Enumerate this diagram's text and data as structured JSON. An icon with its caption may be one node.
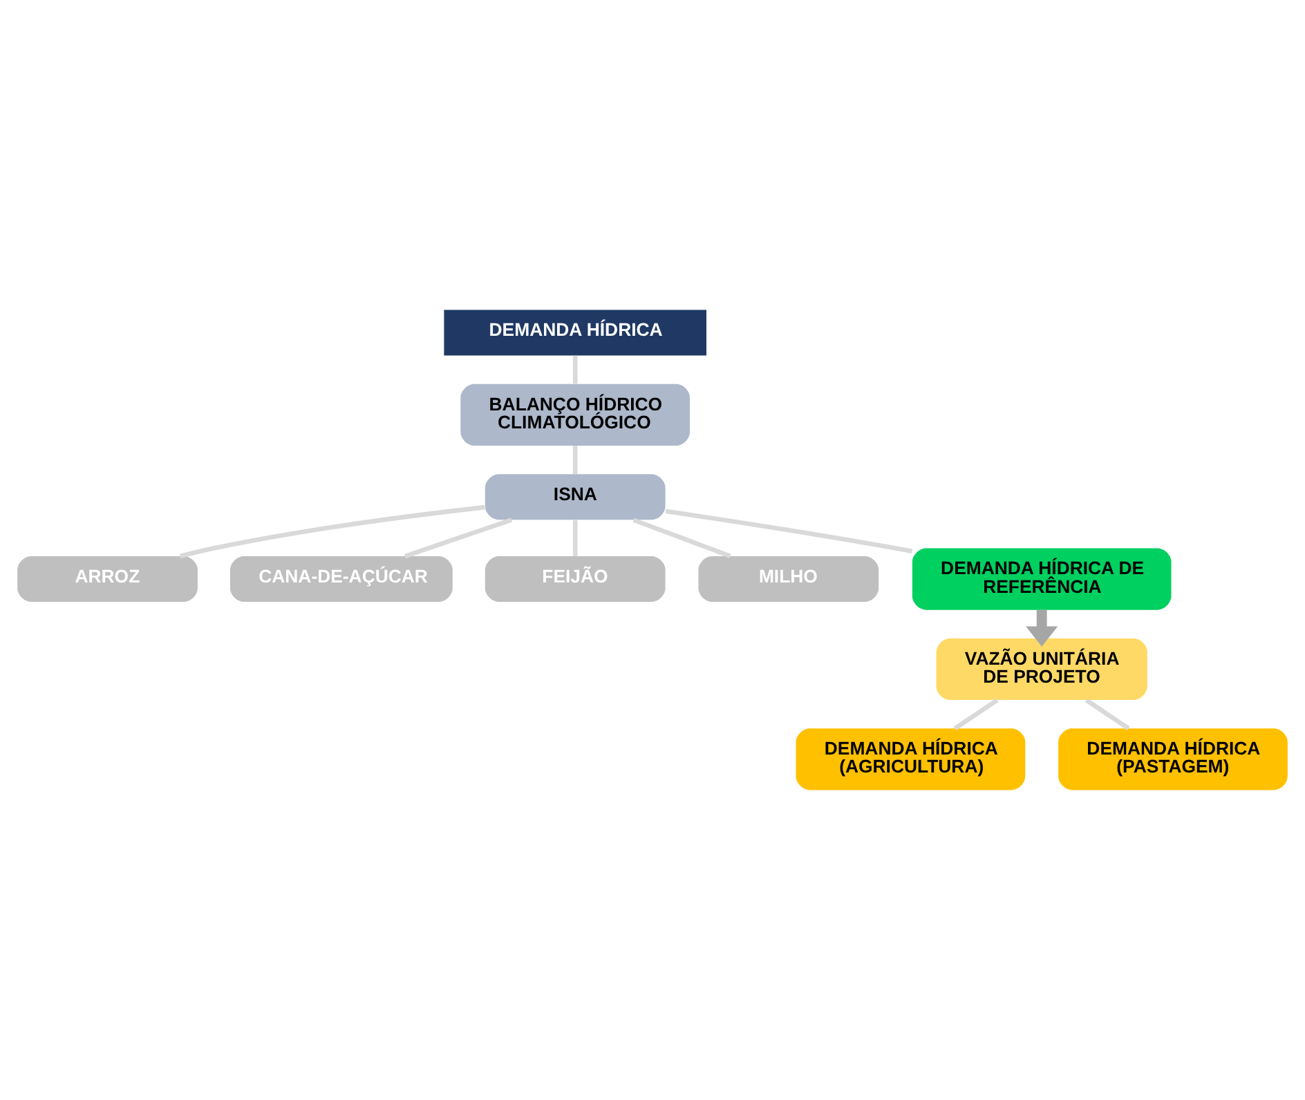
{
  "diagram": {
    "nodes": [
      {
        "text": [
          "DEMANDA HÍDRICA"
        ]
      },
      {
        "text": [
          "BALANÇO HÍDRICO CLIMATOLÓGICO"
        ]
      },
      {
        "text": [
          "ISNA"
        ]
      },
      {
        "text": [
          "ARROZ"
        ]
      },
      {
        "text": [
          "CANA-DE-AÇÚCAR"
        ]
      },
      {
        "text": [
          "FEIJÃO"
        ]
      },
      {
        "text": [
          "MILHO"
        ]
      },
      {
        "text": [
          "DEMANDA HÍDRICA DE REFERÊNCIA"
        ]
      },
      {
        "text": [
          "VAZÃO UNITÁRIA DE PROJETO"
        ]
      },
      {
        "text": [
          "DEMANDA HÍDRICA (AGRICULTURA)"
        ]
      },
      {
        "text": [
          "DEMANDA HÍDRICA (PASTAGEM)"
        ]
      }
    ],
    "edges": [
      {
        "from": 0,
        "to": 1,
        "arrow": "none"
      },
      {
        "from": 1,
        "to": 2,
        "arrow": "none"
      },
      {
        "from": 2,
        "to": 3,
        "arrow": "none"
      },
      {
        "from": 2,
        "to": 4,
        "arrow": "none"
      },
      {
        "from": 2,
        "to": 5,
        "arrow": "none"
      },
      {
        "from": 2,
        "to": 6,
        "arrow": "none"
      },
      {
        "from": 2,
        "to": 7,
        "arrow": "none"
      },
      {
        "from": 7,
        "to": 8,
        "arrow": "to",
        "style": "thick",
        "color": "#a6a6a6"
      },
      {
        "from": 8,
        "to": 9,
        "arrow": "none"
      },
      {
        "from": 8,
        "to": 10,
        "arrow": "none"
      }
    ]
  }
}
